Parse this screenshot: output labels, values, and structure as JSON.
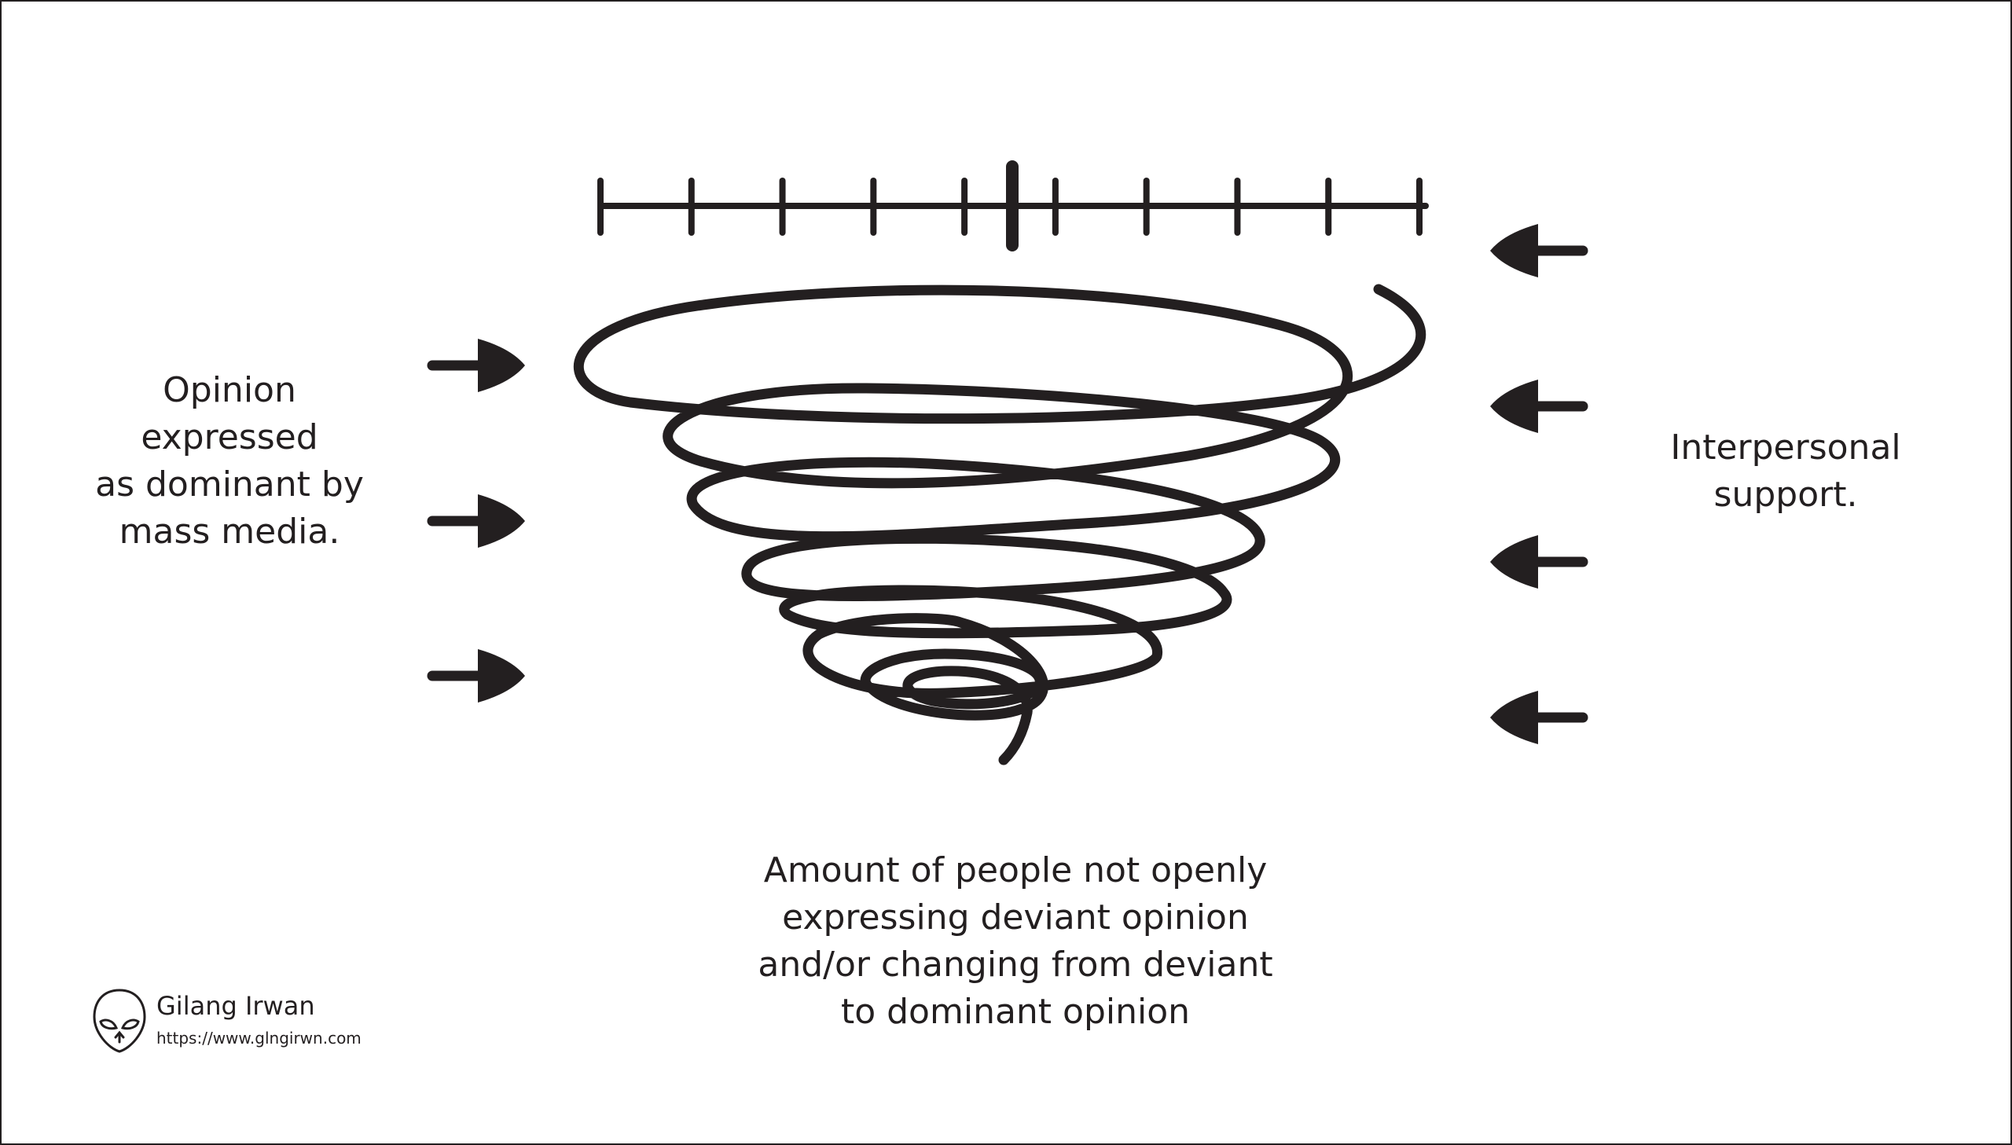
{
  "colors": {
    "ink": "#231f20",
    "background": "#ffffff"
  },
  "diagram": {
    "left_label_lines": [
      "Opinion",
      "expressed",
      "as dominant by",
      "mass media."
    ],
    "right_label_lines": [
      "Interpersonal",
      "support."
    ],
    "bottom_label_lines": [
      "Amount of people not openly",
      "expressing deviant opinion",
      "and/or changing from deviant",
      "to dominant opinion"
    ],
    "scale_ticks": 10,
    "left_arrows": 3,
    "right_arrows": 4,
    "spiral_icon": "downward-spiral"
  },
  "credit": {
    "icon": "alien-head-icon",
    "name": "Gilang Irwan",
    "url": "https://www.glngirwn.com"
  }
}
